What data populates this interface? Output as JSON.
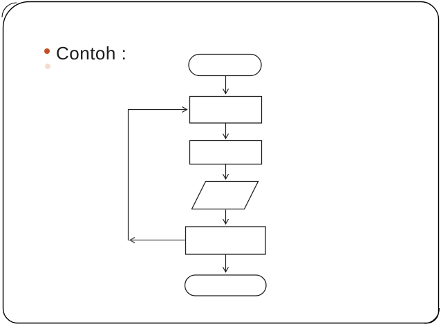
{
  "slide": {
    "background": "#FFFFFF",
    "border_color": "#000000",
    "bullet": {
      "label": "Contoh :",
      "color": "#C24F27",
      "shadow_color": "#EDB294",
      "text_color": "#1C1C1C"
    }
  },
  "diagram": {
    "type": "flowchart",
    "line_color": "#1F1F1F",
    "loop_line_color": "#8A8A8A",
    "shape_fill": "#FFFFFF",
    "nodes": [
      {
        "id": "start",
        "shape": "terminator",
        "label": ""
      },
      {
        "id": "process-1",
        "shape": "process",
        "label": ""
      },
      {
        "id": "process-2",
        "shape": "process",
        "label": ""
      },
      {
        "id": "input-output",
        "shape": "parallelogram",
        "label": ""
      },
      {
        "id": "process-3",
        "shape": "process",
        "label": ""
      },
      {
        "id": "end",
        "shape": "terminator",
        "label": ""
      }
    ],
    "edges": [
      {
        "from": "start",
        "to": "process-1",
        "direction": "down"
      },
      {
        "from": "process-1",
        "to": "process-2",
        "direction": "down"
      },
      {
        "from": "process-2",
        "to": "input-output",
        "direction": "down"
      },
      {
        "from": "input-output",
        "to": "process-3",
        "direction": "down"
      },
      {
        "from": "process-3",
        "to": "end",
        "direction": "down"
      },
      {
        "from": "process-3",
        "to": "process-1",
        "direction": "loop-back-left-up"
      }
    ]
  }
}
